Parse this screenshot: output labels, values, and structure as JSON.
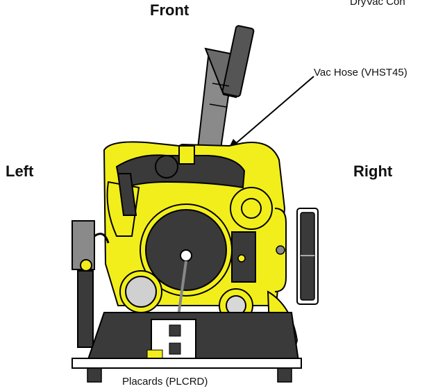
{
  "header": {
    "corner_text": "DryVac Con"
  },
  "orientation": {
    "front": "Front",
    "left": "Left",
    "right": "Right"
  },
  "callouts": {
    "vac_hose": "Vac Hose (VHST45)",
    "placards": "Placards (PLCRD)"
  },
  "colors": {
    "body_yellow": "#f2ee1c",
    "dark_gray": "#3a3a3a",
    "hose_gray": "#8a8a8a",
    "outline": "#000000"
  }
}
